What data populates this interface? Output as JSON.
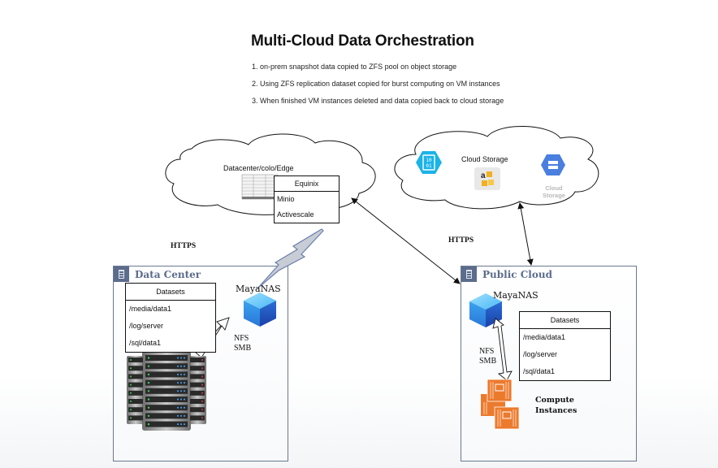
{
  "title": "Multi-Cloud Data Orchestration",
  "steps": [
    "1. on-prem snapshot data copied to ZFS pool on object storage",
    "2. Using ZFS replication dataset copied for burst computing on VM instances",
    "3. When finished VM instances deleted and data copied back to cloud storage"
  ],
  "edge_cloud": {
    "label": "Datacenter/colo/Edge",
    "icon": "server-rack-icon",
    "table": {
      "header": "Equinix",
      "rows": [
        "Minio",
        "Activescale"
      ]
    }
  },
  "cloud_storage": {
    "label": "Cloud Storage",
    "icons": [
      "azure-blob-storage-icon",
      "aws-s3-icon",
      "gcp-cloud-storage-icon"
    ],
    "gcp_caption": "Cloud Storage"
  },
  "connections": {
    "left_protocol": "HTTPS",
    "right_protocol": "HTTPS"
  },
  "data_center": {
    "title": "Data Center",
    "nas_label": "MayaNAS",
    "protocols": [
      "NFS",
      "SMB"
    ],
    "table": {
      "header": "Datasets",
      "rows": [
        "/media/data1",
        "/log/server",
        "/sql/data1"
      ]
    }
  },
  "public_cloud": {
    "title": "Public Cloud",
    "nas_label": "MayaNAS",
    "protocols": [
      "NFS",
      "SMB"
    ],
    "compute_label": [
      "Compute",
      "Instances"
    ],
    "table": {
      "header": "Datasets",
      "rows": [
        "/media/data1",
        "/log/server",
        "/sql/data1"
      ]
    }
  },
  "colors": {
    "panel_accent": "#5b6c8c",
    "azure": "#1bb3e8",
    "gcp": "#4a7fe0",
    "aws": "#f2b01e",
    "compute": "#ec7a2d"
  }
}
